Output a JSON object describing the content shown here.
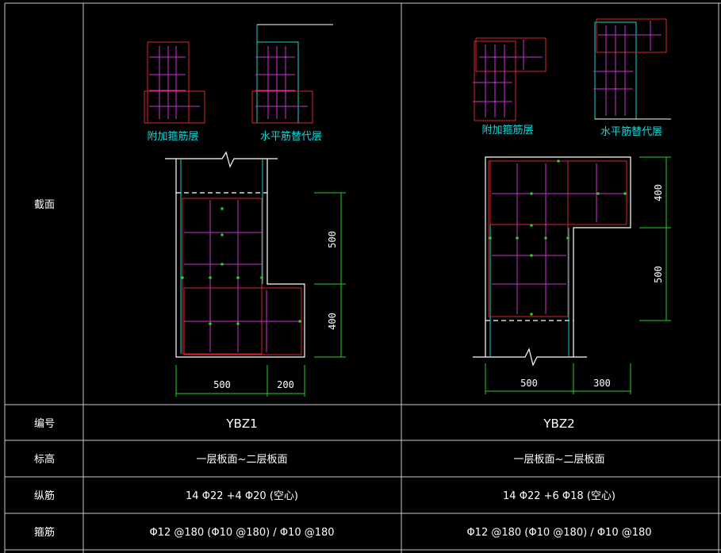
{
  "table": {
    "row_labels": {
      "section": "截面",
      "id": "编号",
      "elevation": "标高",
      "longitudinal": "纵筋",
      "stirrup": "箍筋"
    },
    "columns": [
      {
        "id": "YBZ1",
        "elevation": "一层板面~二层板面",
        "longitudinal": "14 Φ22 +4 Φ20 (空心)",
        "stirrup": "Φ12 @180 (Φ10 @180) / Φ10 @180",
        "legend_a": "附加箍筋层",
        "legend_b": "水平筋替代层",
        "dims_bottom": [
          "500",
          "200"
        ],
        "dims_side": [
          "500",
          "400"
        ]
      },
      {
        "id": "YBZ2",
        "elevation": "一层板面~二层板面",
        "longitudinal": "14 Φ22 +6 Φ18 (空心)",
        "stirrup": "Φ12 @180 (Φ10 @180) / Φ10 @180",
        "legend_a": "附加箍筋层",
        "legend_b": "水平筋替代层",
        "dims_bottom": [
          "500",
          "300"
        ],
        "dims_side": [
          "400",
          "500"
        ]
      }
    ]
  },
  "colors": {
    "background": "#000000",
    "grid": "#c8c8c8",
    "concrete": "#ffffff",
    "stirrup_red": "#d8262c",
    "bar_magenta": "#d22fd2",
    "cyan": "#16d6d6",
    "dimension_green": "#22d422"
  }
}
